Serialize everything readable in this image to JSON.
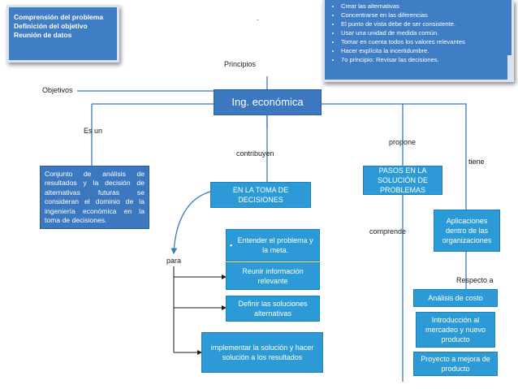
{
  "notes": {
    "left_lines": [
      "Comprensión del problema",
      "Definición del objetivo",
      "Reunión de datos"
    ],
    "principles": [
      "Crear las alternativas",
      "Concentrarse en las diferencias",
      "El punto de vista debe de ser consistente.",
      "Usar una unidad de medida común.",
      "Tomar en cuenta todos los valores relevantes",
      "Hacer explícita la incertidumbre.",
      "7o principio: Revisar las decisiones."
    ],
    "dot": "."
  },
  "labels": {
    "principios": "Principios",
    "objetivos": "Objetivos",
    "es_un": "Es un",
    "contribuyen": "contribuyen",
    "propone": "propone",
    "tiene": "tiene",
    "comprende": "comprende",
    "para": "para",
    "respecto_a": "Respecto a"
  },
  "nodes": {
    "central": "Ing. económica",
    "definition": "Conjunto de análisis de resultados y la decisión de alternativas futuras se consideran el dominio de la ingeniería económica en la toma de decisiones.",
    "toma_decisiones": "EN LA TOMA DE DECISIONES",
    "pasos": "PASOS EN LA SOLUCIÓN DE PROBLEMAS",
    "aplicaciones": "Aplicaciones dentro de las organizaciones",
    "steps": [
      "Entender el problema y la meta.",
      "Reunir información relevante",
      "Definir las soluciones alternativas",
      "implementar la solución y hacer solución a los resultados"
    ],
    "apps": [
      "Análisis de costo",
      "Introducción al mercadeo y nuevo producto",
      "Proyecto a mejora de producto"
    ]
  },
  "colors": {
    "box_blue": "#3b78c0",
    "box_teal": "#2b9ad6",
    "connector": "#3b78c0",
    "step_connector": "#1a1a1a"
  }
}
